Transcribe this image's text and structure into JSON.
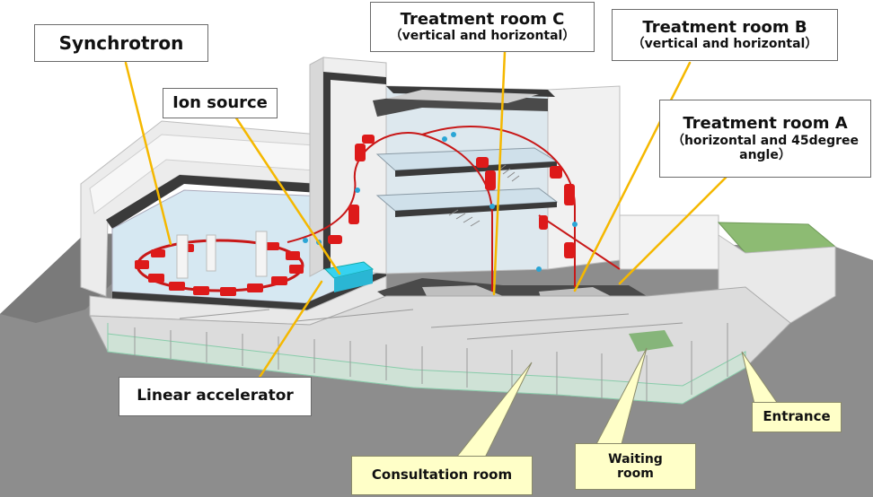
{
  "labels": {
    "synchrotron": "Synchrotron",
    "ion_source": "Ion source",
    "linear_accelerator": "Linear accelerator",
    "room_c_title": "Treatment room C",
    "room_c_sub": "（vertical and horizontal）",
    "room_b_title": "Treatment room B",
    "room_b_sub": "（vertical and horizontal）",
    "room_a_title": "Treatment room A",
    "room_a_sub1": "（horizontal and 45degree",
    "room_a_sub2": "angle）",
    "consultation_room": "Consultation room",
    "waiting_room_1": "Waiting",
    "waiting_room_2": "room",
    "entrance": "Entrance"
  },
  "colors": {
    "leader_line": "#f5b800",
    "magnet_red": "#dd1a1a",
    "beam_red": "#c81818",
    "floor_grey": "#8a8a8a",
    "wall_dark": "#3c3c3c",
    "floor_blue": "#d9e9f1",
    "linac_cyan": "#36d2f0",
    "green_roof": "#8dbb73"
  }
}
